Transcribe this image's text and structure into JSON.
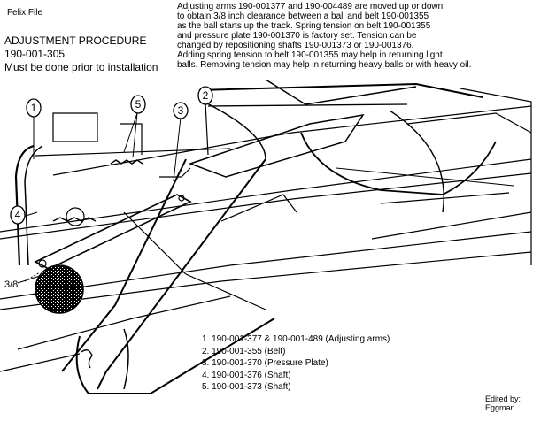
{
  "header_label": "Felix File",
  "title": {
    "heading": "ADJUSTMENT PROCEDURE",
    "part_number": "190-001-305",
    "subtitle": "Must be done prior to installation"
  },
  "instructions": [
    "Adjusting arms 190-001377 and 190-004489 are moved up or down",
    "to obtain 3/8 inch clearance between a ball and belt 190-001355",
    "as the ball starts up the track.  Spring tension on belt 190-001355",
    "and pressure plate 190-001370 is factory set.  Tension can be",
    "changed by repositioning shafts 190-001373 or 190-001376.",
    "Adding spring tension to belt 190-001355 may help in returning light",
    "balls.  Removing tension may help in returning heavy balls or with heavy oil."
  ],
  "clearance_label": "3/8",
  "callouts": [
    "1",
    "2",
    "3",
    "4",
    "5"
  ],
  "parts": [
    "1. 190-001-377 & 190-001-489 (Adjusting arms)",
    "2. 190-001-355 (Belt)",
    "3. 190-001-370 (Pressure Plate)",
    "4. 190-001-376 (Shaft)",
    "5. 190-001-373 (Shaft)"
  ],
  "credit": {
    "line1": "Edited by:",
    "line2": "Eggman"
  }
}
